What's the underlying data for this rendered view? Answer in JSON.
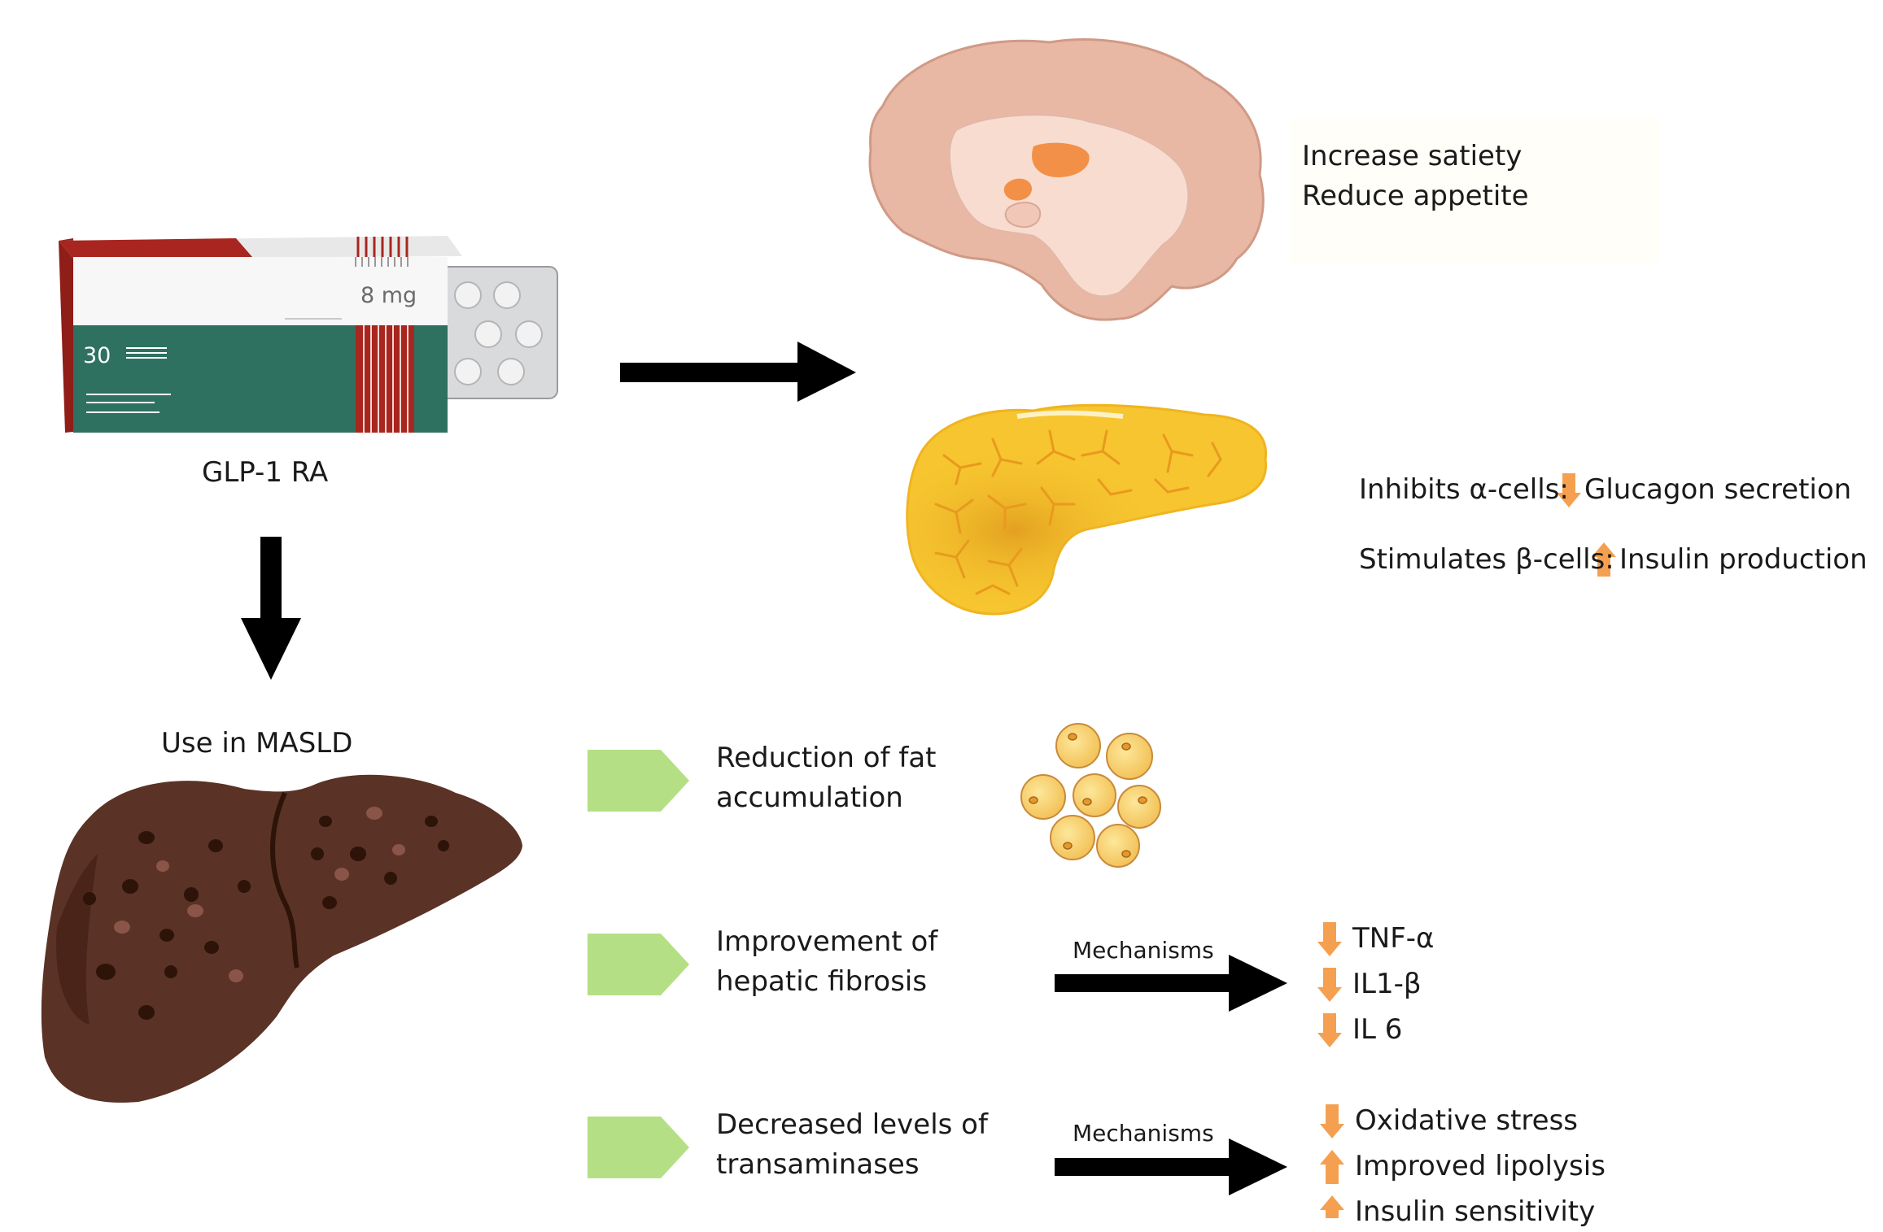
{
  "drug": {
    "name": "GLP-1 RA",
    "box_dose": "8 mg",
    "box_count": "30"
  },
  "brain": {
    "effects": [
      "Increase satiety",
      "Reduce appetite"
    ]
  },
  "pancreas": {
    "alpha_prefix": "Inhibits α-cells:",
    "alpha_effect": "Glucagon secretion",
    "beta_prefix": "Stimulates β-cells:",
    "beta_effect": "Insulin production"
  },
  "masld": {
    "title": "Use in MASLD",
    "outcomes": [
      {
        "line1": "Reduction of fat",
        "line2": "accumulation"
      },
      {
        "line1": "Improvement of",
        "line2": "hepatic fibrosis"
      },
      {
        "line1": "Decreased levels of",
        "line2": "transaminases"
      }
    ],
    "mechanisms_label": "Mechanisms",
    "fibrosis_mechanisms": [
      {
        "direction": "down",
        "text": "TNF-α"
      },
      {
        "direction": "down",
        "text": "IL1-β"
      },
      {
        "direction": "down",
        "text": "IL 6"
      }
    ],
    "transaminase_mechanisms": [
      {
        "direction": "down",
        "text": "Oxidative stress"
      },
      {
        "direction": "up",
        "text": "Improved lipolysis"
      },
      {
        "direction": "up",
        "text": "Insulin sensitivity"
      }
    ]
  },
  "colors": {
    "arrow": "#000000",
    "indicator": "#f5a050",
    "outcome_chevron": "#b5df84",
    "liver": "#5a3226",
    "pancreas": "#f6c52f",
    "brain": "#e8b8a5",
    "box_green": "#2e7160",
    "box_red": "#a8261f"
  }
}
